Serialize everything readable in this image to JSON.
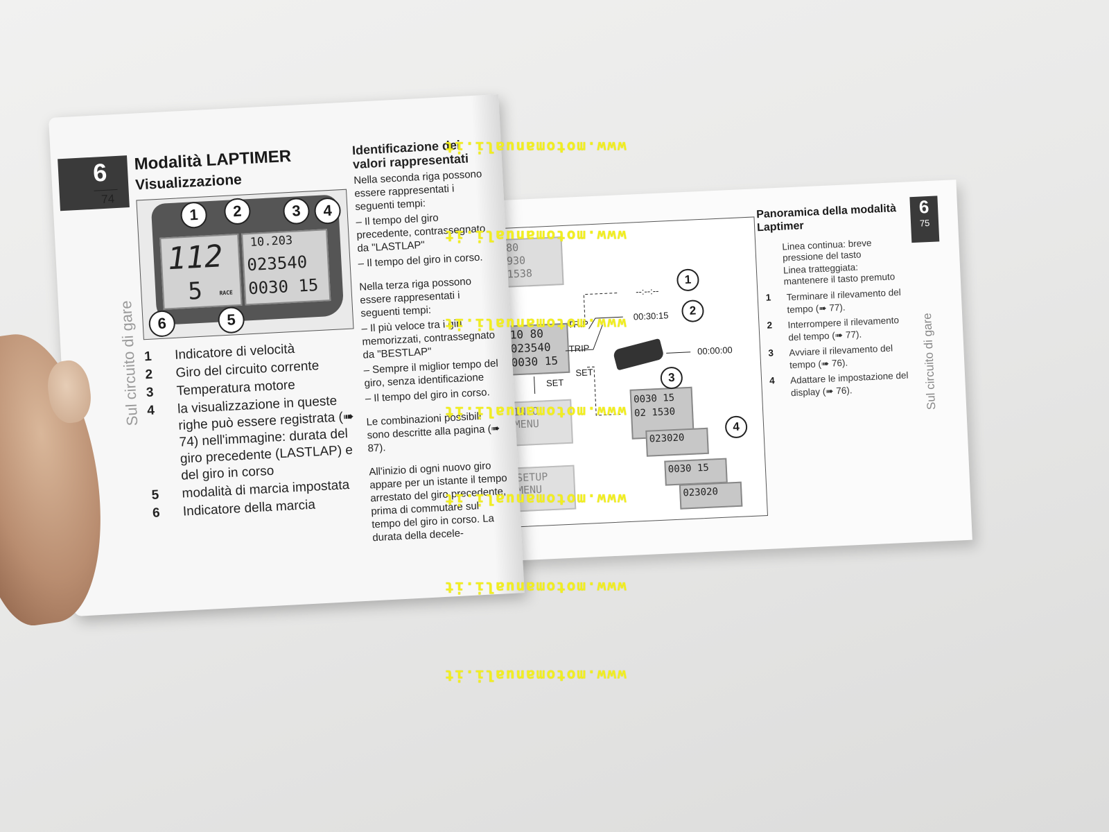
{
  "watermark": "www.motomanuali.it",
  "left_page": {
    "chapter": "6",
    "page_number": "74",
    "title": "Modalità LAPTIMER",
    "subtitle": "Visualizzazione",
    "side_text": "Sul circuito di gare",
    "dash_display": {
      "speed": "112",
      "gear": "5",
      "mode": "RACE",
      "lap": "10.203",
      "lastlap": "023540",
      "current": "0030 15"
    },
    "callouts": [
      "1",
      "2",
      "3",
      "4",
      "5",
      "6"
    ],
    "items": [
      {
        "num": "1",
        "text": "Indicatore di velocità"
      },
      {
        "num": "2",
        "text": "Giro del circuito corrente"
      },
      {
        "num": "3",
        "text": "Temperatura motore"
      },
      {
        "num": "4",
        "text": "la visualizzazione in queste righe può essere registrata (➠ 74) nell'immagine: durata del giro precedente (LASTLAP) e del giro in corso"
      },
      {
        "num": "5",
        "text": "modalità di marcia impostata"
      },
      {
        "num": "6",
        "text": "Indicatore della marcia"
      }
    ],
    "col2": {
      "heading": "Identificazione dei valori rappresentati",
      "p1": "Nella seconda riga possono essere rappresentati i seguenti tempi:",
      "p1_items": [
        "– Il tempo del giro precedente, contrassegnato da \"LASTLAP\"",
        "– Il tempo del giro in corso."
      ],
      "p2": "Nella terza riga possono essere rappresentati i seguenti tempi:",
      "p2_items": [
        "– Il più veloce tra i giri memorizzati, contrassegnato da \"BESTLAP\"",
        "– Sempre il miglior tempo del giro, senza identificazione",
        "– Il tempo del giro in corso."
      ],
      "p3": "Le combinazioni possibili sono descritte alla pagina (➠ 87).",
      "p4": "All'inizio di ogni nuovo giro appare per un istante il tempo arrestato del giro precedente, prima di commutare sul tempo del giro in corso. La durata della decele-"
    }
  },
  "right_page": {
    "chapter": "6",
    "page_number": "75",
    "title": "Panoramica della modalità Laptimer",
    "side_text": "Sul circuito di gare",
    "notes": [
      "Linea continua: breve pressione del tasto",
      "Linea tratteggiata: mantenere il tasto premuto"
    ],
    "items": [
      {
        "num": "1",
        "text": "Terminare il rilevamento del tempo (➠ 77)."
      },
      {
        "num": "2",
        "text": "Interrompere il rilevamento del tempo (➠ 77)."
      },
      {
        "num": "3",
        "text": "Avviare il rilevamento del tempo (➠ 76)."
      },
      {
        "num": "4",
        "text": "Adattare le impostazione del display (➠ 76)."
      }
    ],
    "diagram": {
      "screen_top": {
        "l1": "80",
        "l2": "930",
        "l3": "1538"
      },
      "screen_main": {
        "l1": "10 80",
        "l2": "023540",
        "l3": "0030 15"
      },
      "info_menu": "INFO MENU",
      "setup_menu": "SETUP MENU",
      "labels": {
        "trip1": "TRIP",
        "trip2": "TRIP",
        "set1": "SET",
        "set2": "SET"
      },
      "out1": "--:--:--",
      "out2": "00:30:15",
      "out3": "00:00:00",
      "stack": [
        {
          "a": "0030 15",
          "b": "02 1530"
        },
        {
          "a": "023020"
        },
        {
          "a": "0030 15"
        },
        {
          "a": "023020"
        }
      ],
      "callouts": [
        "1",
        "2",
        "3",
        "4"
      ]
    }
  }
}
